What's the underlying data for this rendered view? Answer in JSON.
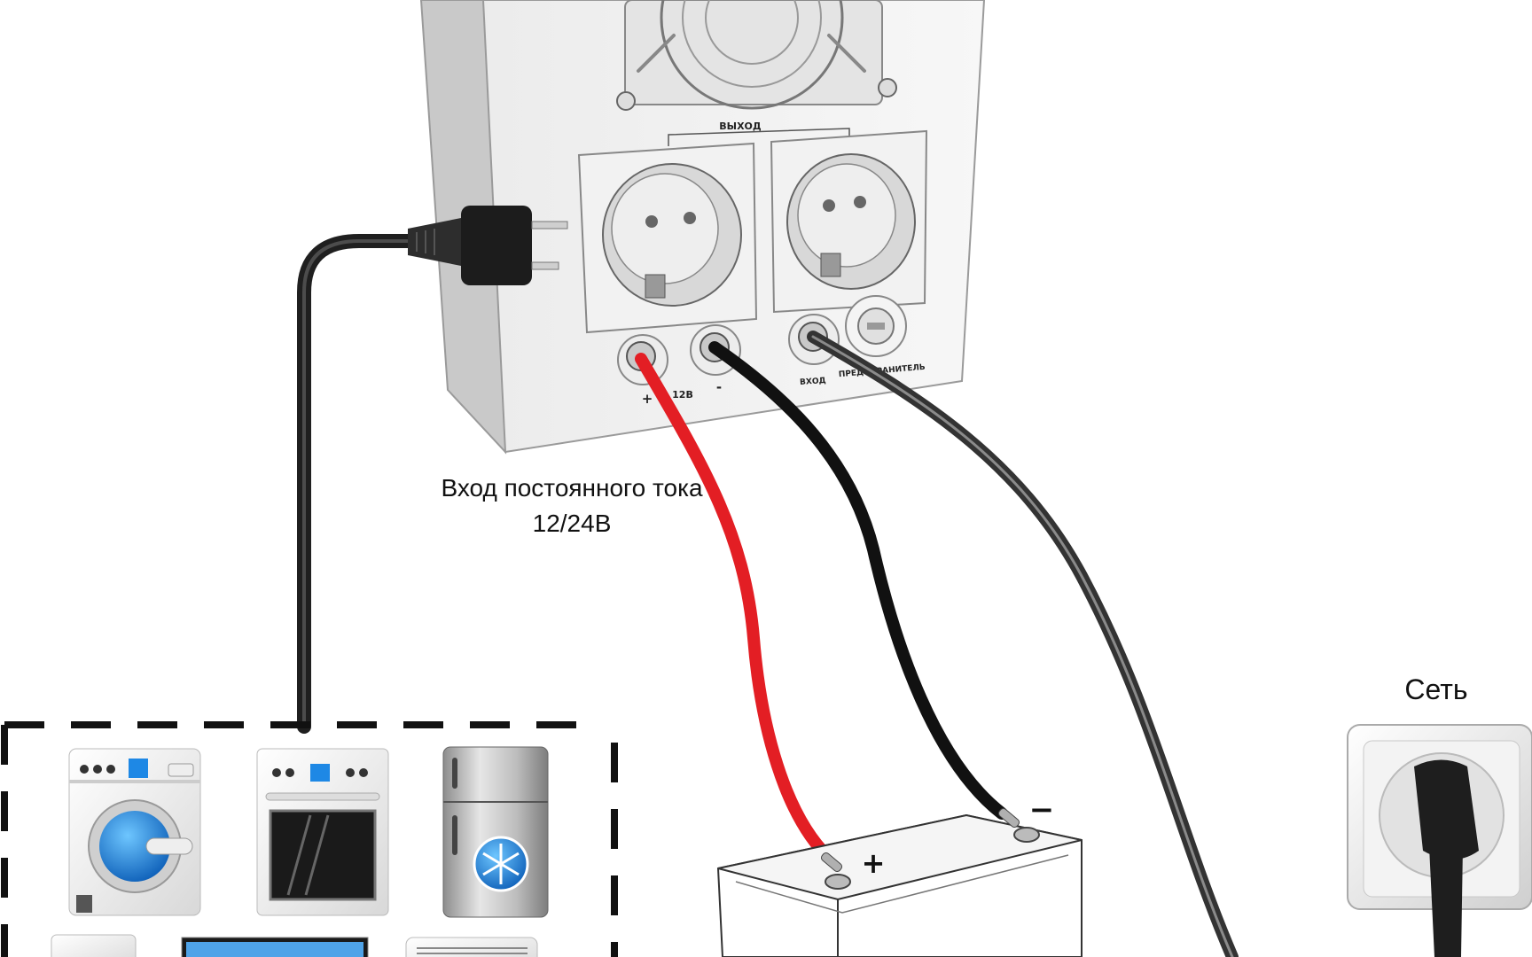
{
  "inverter": {
    "output_label": "ВЫХОД",
    "terminal_plus": "+",
    "terminal_voltage": "12В",
    "terminal_minus": "-",
    "input_label": "ВХОД",
    "fuse_label": "ПРЕДОХРАНИТЕЛЬ"
  },
  "dc_input": {
    "title": "Вход постоянного тока",
    "voltage": "12/24В"
  },
  "battery": {
    "plus": "+",
    "minus": "−"
  },
  "mains": {
    "label": "Сеть"
  },
  "appliances": [
    "washing-machine",
    "oven",
    "refrigerator",
    "appliance",
    "tv",
    "air-conditioner"
  ],
  "colors": {
    "positive_cable": "#e31e24",
    "negative_cable": "#111111",
    "mains_cable": "#3a3a3a",
    "load_cable": "#2b2b2b",
    "appliance_accent": "#1e88e5"
  }
}
